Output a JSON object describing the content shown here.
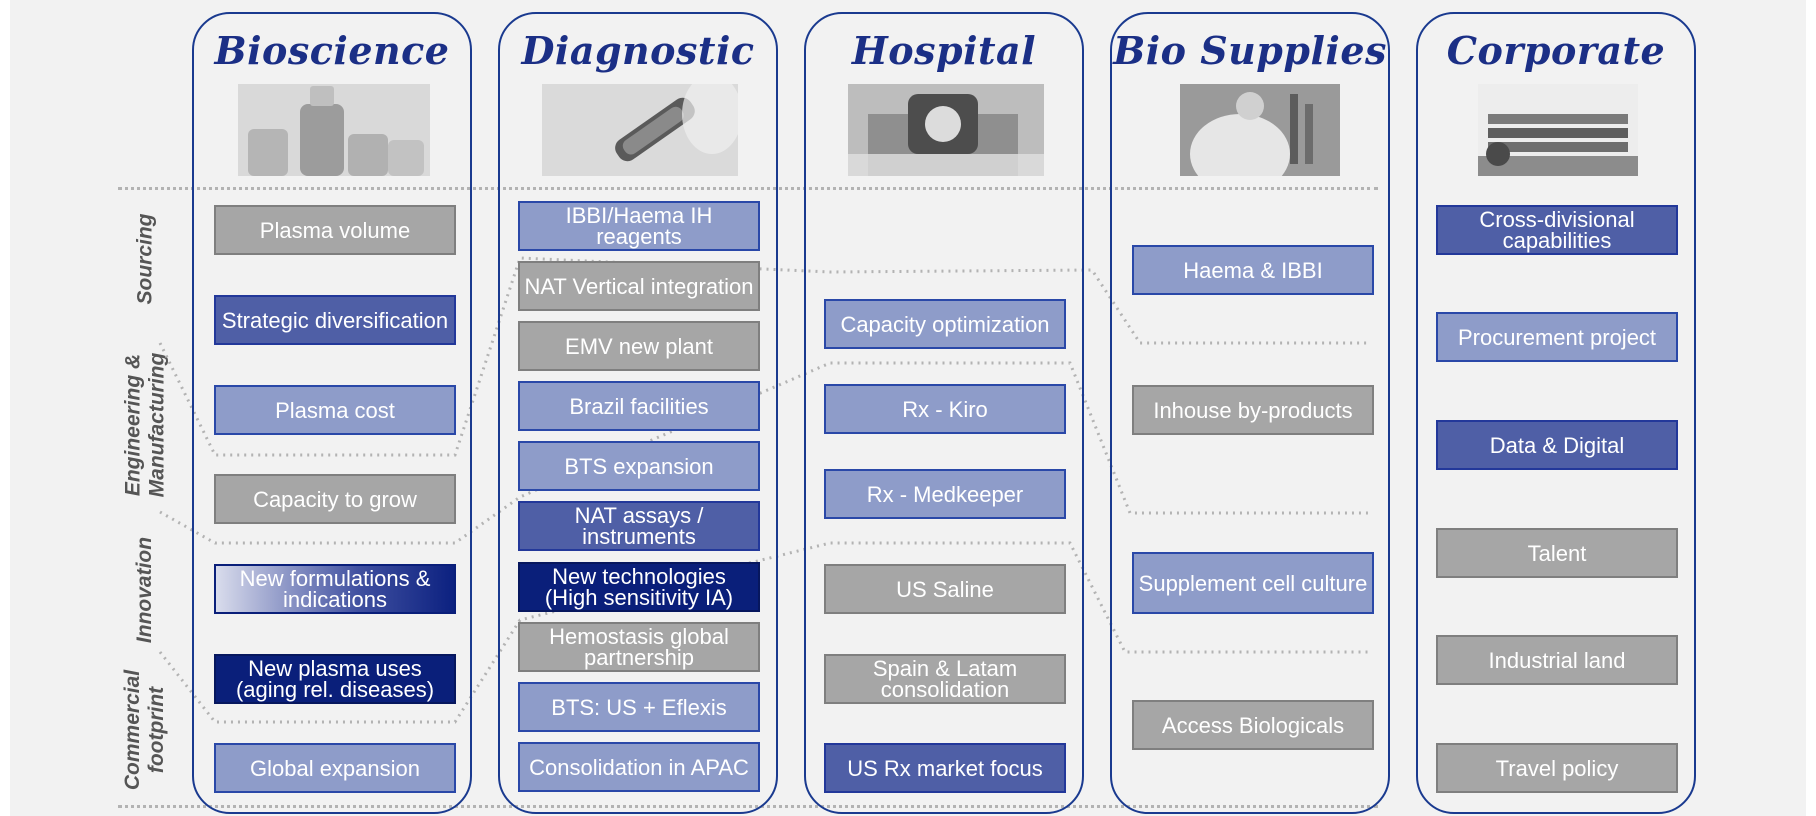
{
  "sections": [
    "Sourcing",
    "Engineering &\nManufacturing",
    "Innovation",
    "Commercial\nfootprint"
  ],
  "colors": {
    "frame": "#1a3a8f",
    "title": "#1b2f86",
    "gray_box": "#a6a6a6",
    "light_blue_box": "#8e9cc9",
    "mid_blue_box": "#4f5fa6",
    "dark_blue_box": "#0a1f7a",
    "dotted_line": "#b3b3b3",
    "background": "#f2f2f2"
  },
  "divisions": [
    {
      "title": "Bioscience",
      "photo": "medicine-vials-photo",
      "items": [
        {
          "label": "Plasma volume",
          "style": "gray"
        },
        {
          "label": "Strategic diversification",
          "style": "mid-blue"
        },
        {
          "label": "Plasma cost",
          "style": "light-blue"
        },
        {
          "label": "Capacity to grow",
          "style": "gray"
        },
        {
          "label": "New formulations & indications",
          "style": "gradient-blue"
        },
        {
          "label": "New plasma uses (aging rel. diseases)",
          "style": "dark-blue"
        },
        {
          "label": "Global expansion",
          "style": "light-blue"
        }
      ]
    },
    {
      "title": "Diagnostic",
      "photo": "test-tube-photo",
      "items": [
        {
          "label": "IBBI/Haema IH reagents",
          "style": "light-blue"
        },
        {
          "label": "NAT Vertical integration",
          "style": "gray"
        },
        {
          "label": "EMV new plant",
          "style": "gray"
        },
        {
          "label": "Brazil facilities",
          "style": "light-blue"
        },
        {
          "label": "BTS expansion",
          "style": "light-blue"
        },
        {
          "label": "NAT assays / instruments",
          "style": "mid-blue"
        },
        {
          "label": "New technologies (High sensitivity IA)",
          "style": "dark-blue"
        },
        {
          "label": "Hemostasis global partnership",
          "style": "gray"
        },
        {
          "label": "BTS: US + Eflexis",
          "style": "light-blue"
        },
        {
          "label": "Consolidation in APAC",
          "style": "light-blue"
        }
      ]
    },
    {
      "title": "Hospital",
      "photo": "lab-machine-photo",
      "items": [
        {
          "label": "Capacity optimization",
          "style": "light-blue"
        },
        {
          "label": "Rx - Kiro",
          "style": "light-blue"
        },
        {
          "label": "Rx - Medkeeper",
          "style": "light-blue"
        },
        {
          "label": "US Saline",
          "style": "gray"
        },
        {
          "label": "Spain & Latam consolidation",
          "style": "gray"
        },
        {
          "label": "US Rx market focus",
          "style": "mid-blue"
        }
      ]
    },
    {
      "title": "Bio Supplies",
      "photo": "lab-scientist-photo",
      "items": [
        {
          "label": "Haema & IBBI",
          "style": "light-blue"
        },
        {
          "label": "Inhouse by-products",
          "style": "gray"
        },
        {
          "label": "Supplement cell culture",
          "style": "light-blue"
        },
        {
          "label": "Access Biologicals",
          "style": "gray"
        }
      ]
    },
    {
      "title": "Corporate",
      "photo": "office-building-photo",
      "items": [
        {
          "label": "Cross-divisional capabilities",
          "style": "mid-blue"
        },
        {
          "label": "Procurement project",
          "style": "light-blue"
        },
        {
          "label": "Data & Digital",
          "style": "mid-blue"
        },
        {
          "label": "Talent",
          "style": "gray"
        },
        {
          "label": "Industrial land",
          "style": "gray"
        },
        {
          "label": "Travel policy",
          "style": "gray"
        }
      ]
    }
  ]
}
